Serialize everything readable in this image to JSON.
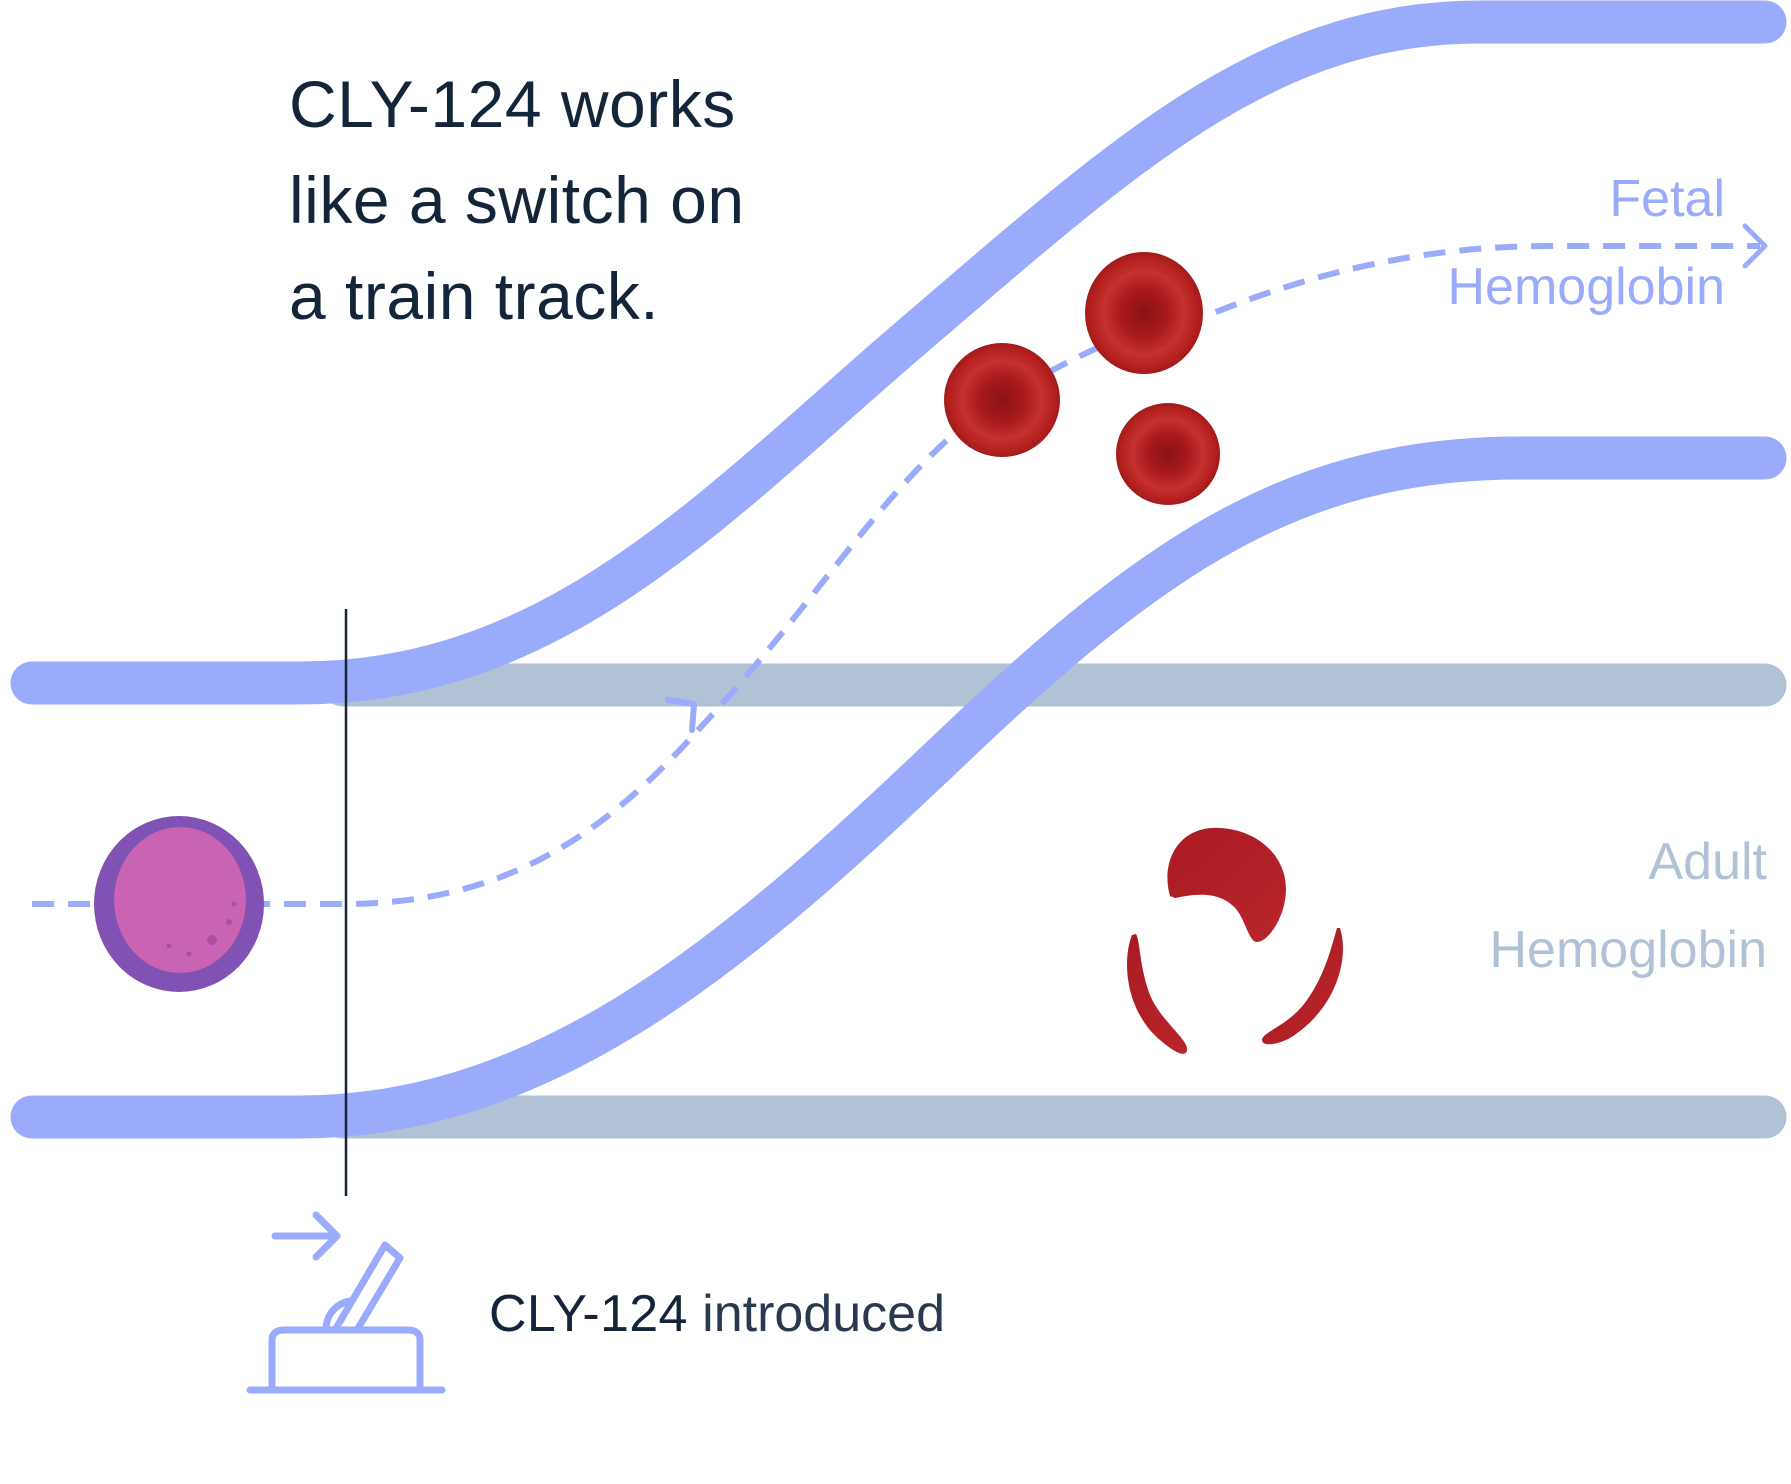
{
  "headline": {
    "lines": [
      "CLY-124 works",
      "like a switch on",
      "a train track."
    ]
  },
  "tracks": {
    "fetal_label": [
      "Fetal",
      "Hemoglobin"
    ],
    "adult_label": [
      "Adult",
      "Hemoglobin"
    ]
  },
  "caption": {
    "drug": "CLY-124",
    "action": " introduced"
  },
  "icons": {
    "stem_cell": "stem-cell-icon",
    "healthy_cells": "red-blood-cell-icon",
    "sickle_cells": "sickle-cell-icon",
    "switch": "track-switch-lever-icon",
    "arrow": "arrow-right-icon"
  },
  "colors": {
    "active_track": "#9aabfb",
    "inactive_track": "#b2c2d6",
    "text": "#14253a",
    "stem_cell_outer": "#7f52b3",
    "stem_cell_inner": "#c963b4",
    "blood_cell": "#b3191c",
    "divider": "#14253a"
  }
}
